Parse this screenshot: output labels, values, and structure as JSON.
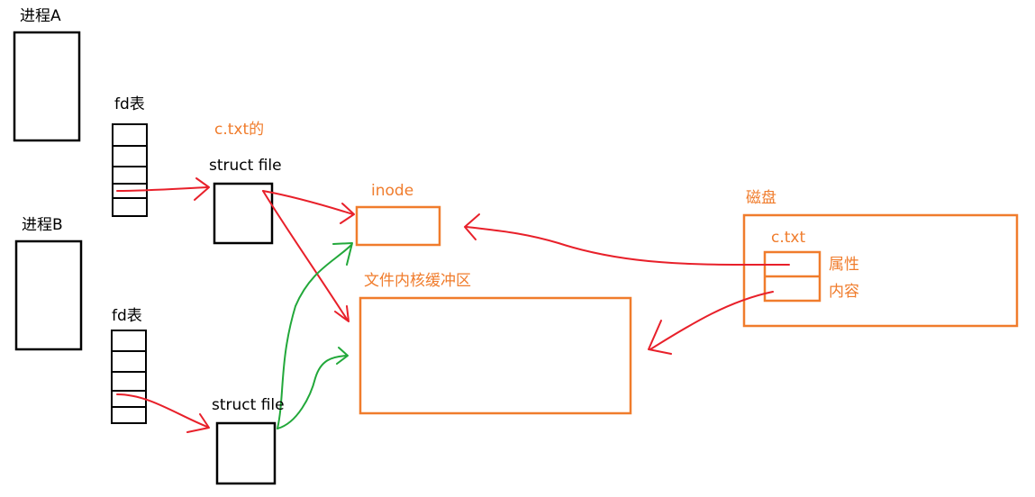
{
  "labels": {
    "process_a": "进程A",
    "process_b": "进程B",
    "fd_table_a": "fd表",
    "fd_table_b": "fd表",
    "ctxt_of": "c.txt的",
    "struct_file_a": "struct file",
    "struct_file_b": "struct file",
    "inode": "inode",
    "kernel_buffer": "文件内核缓冲区",
    "disk": "磁盘",
    "disk_file": "c.txt",
    "attributes": "属性",
    "content": "内容"
  },
  "colors": {
    "black": "#000000",
    "orange": "#f07c2c",
    "red": "#e8202a",
    "green": "#22a83a"
  }
}
